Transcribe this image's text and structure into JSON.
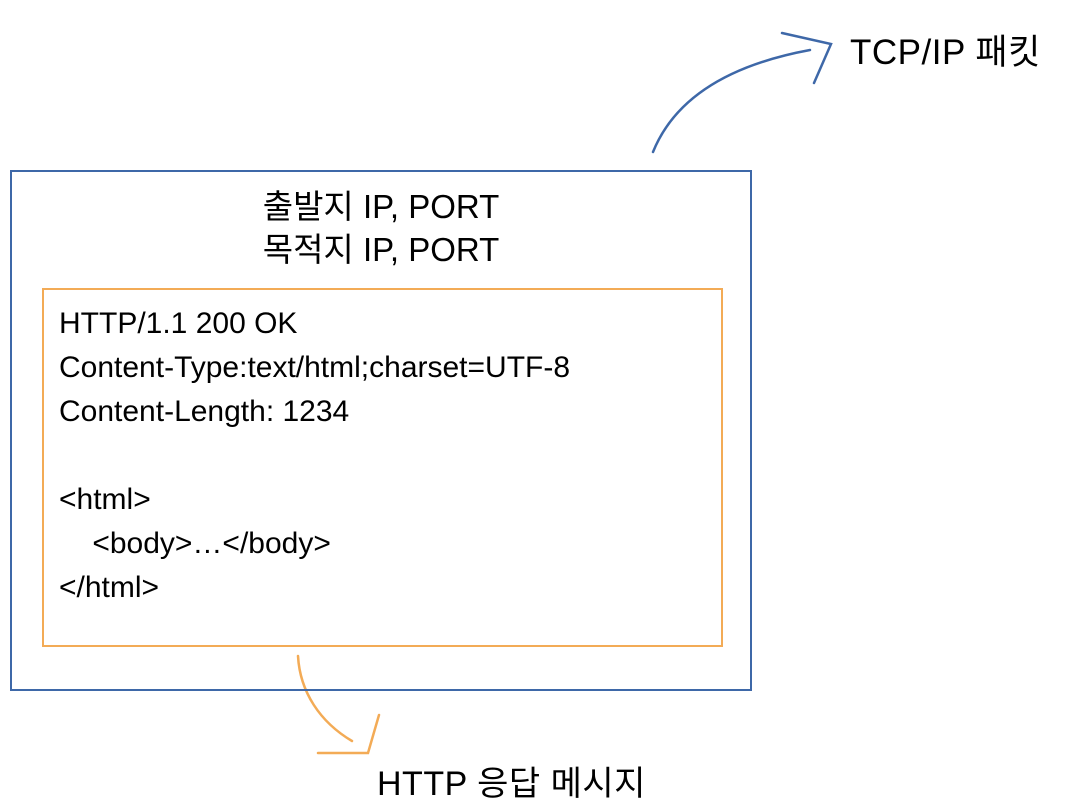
{
  "labels": {
    "tcp_packet": "TCP/IP 패킷",
    "http_response": "HTTP 응답 메시지"
  },
  "packet": {
    "header_lines": [
      "출발지 IP, PORT",
      "목적지 IP, PORT"
    ],
    "http_message_lines": [
      "HTTP/1.1 200 OK",
      "Content-Type:text/html;charset=UTF-8",
      "Content-Length: 1234",
      "",
      "<html>",
      "    <body>…</body>",
      "</html>"
    ]
  },
  "colors": {
    "outer_box_border": "#3e68a8",
    "inner_box_border": "#f3ab56",
    "arrow_blue": "#3e68a8",
    "arrow_orange": "#f3ab56",
    "text": "#000000"
  }
}
